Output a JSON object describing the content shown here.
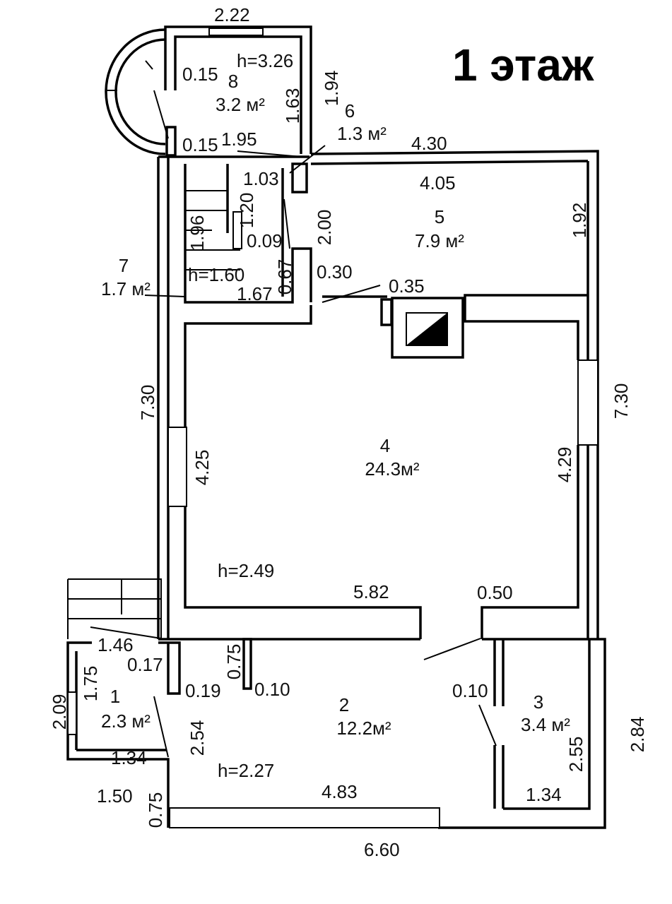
{
  "title": "1 этаж",
  "rooms": [
    {
      "number": "1",
      "area": "2.3 м²"
    },
    {
      "number": "2",
      "area": "12.2м²"
    },
    {
      "number": "3",
      "area": "3.4 м²"
    },
    {
      "number": "4",
      "area": "24.3м²"
    },
    {
      "number": "5",
      "area": "7.9 м²"
    },
    {
      "number": "6",
      "area": "1.3 м²"
    },
    {
      "number": "7",
      "area": "1.7 м²"
    },
    {
      "number": "8",
      "area": "3.2 м²"
    }
  ],
  "heights": {
    "room8": "h=3.26",
    "room7": "h=1.60",
    "room4": "h=2.49",
    "room2": "h=2.27"
  },
  "dimensions": {
    "d_2_22": "2.22",
    "d_0_15_a": "0.15",
    "d_1_63": "1.63",
    "d_1_94": "1.94",
    "d_0_15_b": "0.15",
    "d_1_95": "1.95",
    "d_4_30": "4.30",
    "d_1_03": "1.03",
    "d_4_05": "4.05",
    "d_1_20": "1.20",
    "d_1_96": "1.96",
    "d_0_09": "0.09",
    "d_2_00": "2.00",
    "d_1_92": "1.92",
    "d_0_67": "0.67",
    "d_1_67": "1.67",
    "d_0_30": "0.30",
    "d_0_35": "0.35",
    "d_7_30_left": "7.30",
    "d_7_30_right": "7.30",
    "d_4_25": "4.25",
    "d_4_29": "4.29",
    "d_5_82": "5.82",
    "d_0_50": "0.50",
    "d_1_46": "1.46",
    "d_0_17": "0.17",
    "d_0_75_a": "0.75",
    "d_1_75": "1.75",
    "d_0_19": "0.19",
    "d_0_10_a": "0.10",
    "d_0_10_b": "0.10",
    "d_2_09": "2.09",
    "d_2_54": "2.54",
    "d_2_55": "2.55",
    "d_2_84": "2.84",
    "d_1_34_a": "1.34",
    "d_1_34_b": "1.34",
    "d_1_50": "1.50",
    "d_0_75_b": "0.75",
    "d_4_83": "4.83",
    "d_6_60": "6.60"
  }
}
